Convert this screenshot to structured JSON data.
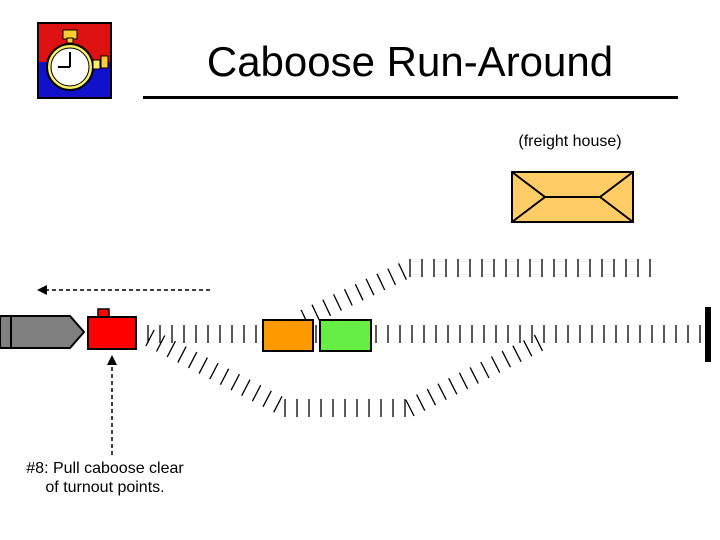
{
  "slide": {
    "title": "Caboose Run-Around",
    "building_label": "(freight house)",
    "step_note_line1": "#8:  Pull caboose clear",
    "step_note_line2": "of turnout points."
  },
  "icons": {
    "logo": "stopwatch-icon"
  },
  "colors": {
    "engine": "#808080",
    "caboose": "#ff0000",
    "orange_car": "#ff9900",
    "green_car": "#66ee44",
    "freight_house": "#ffcc66",
    "logo_red": "#dd1111",
    "logo_blue": "#1111cc"
  }
}
